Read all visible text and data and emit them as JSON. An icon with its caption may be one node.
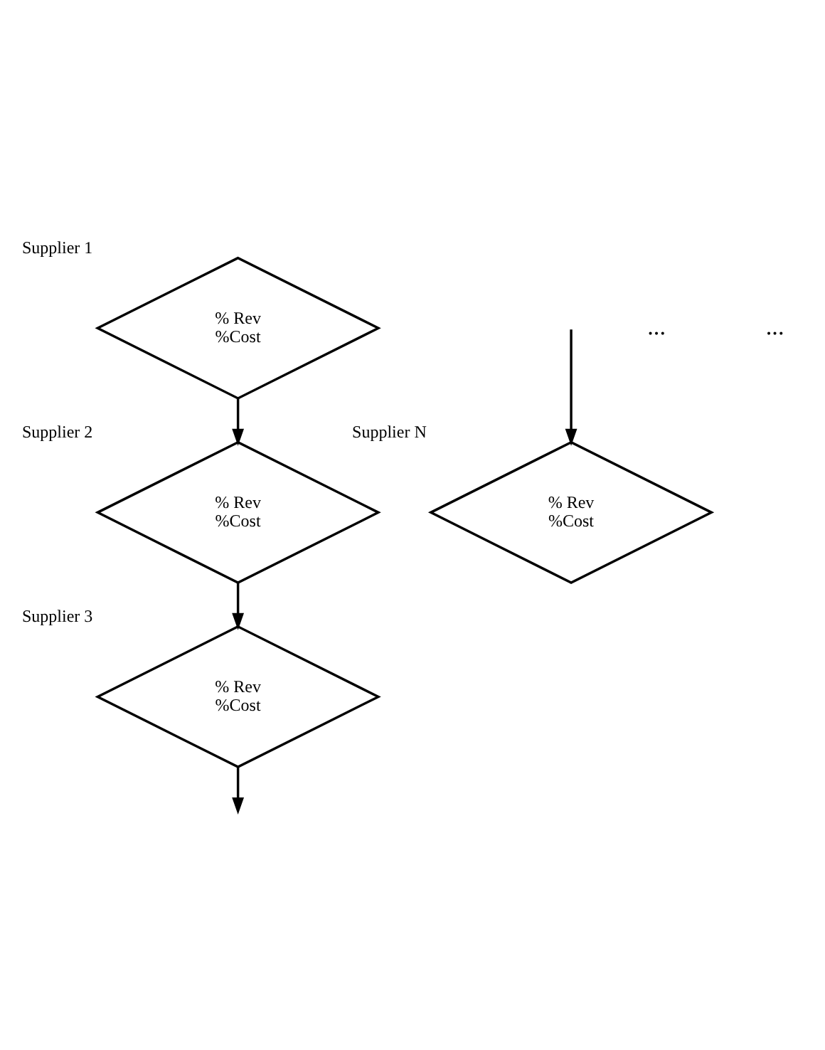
{
  "diagram": {
    "nodes": [
      {
        "text": [
          "% Rev",
          "%Cost"
        ],
        "beside": [
          "Supplier 1"
        ]
      },
      {
        "text": [
          "% Rev",
          "%Cost"
        ],
        "beside": [
          "Supplier 2"
        ]
      },
      {
        "text": [
          "% Rev",
          "%Cost"
        ],
        "beside": [
          "Supplier 3"
        ]
      },
      {
        "text": [
          "% Rev",
          "%Cost"
        ],
        "beside": [
          "Supplier N"
        ]
      }
    ],
    "edges": [
      {
        "from": 0,
        "to": 1,
        "arrow": "to"
      },
      {
        "from": 1,
        "to": 2,
        "arrow": "to"
      },
      {
        "from": 2,
        "to": null,
        "arrow": "to"
      },
      {
        "from": null,
        "to": 3,
        "arrow": "to"
      }
    ],
    "labels": [
      "...",
      "..."
    ]
  }
}
